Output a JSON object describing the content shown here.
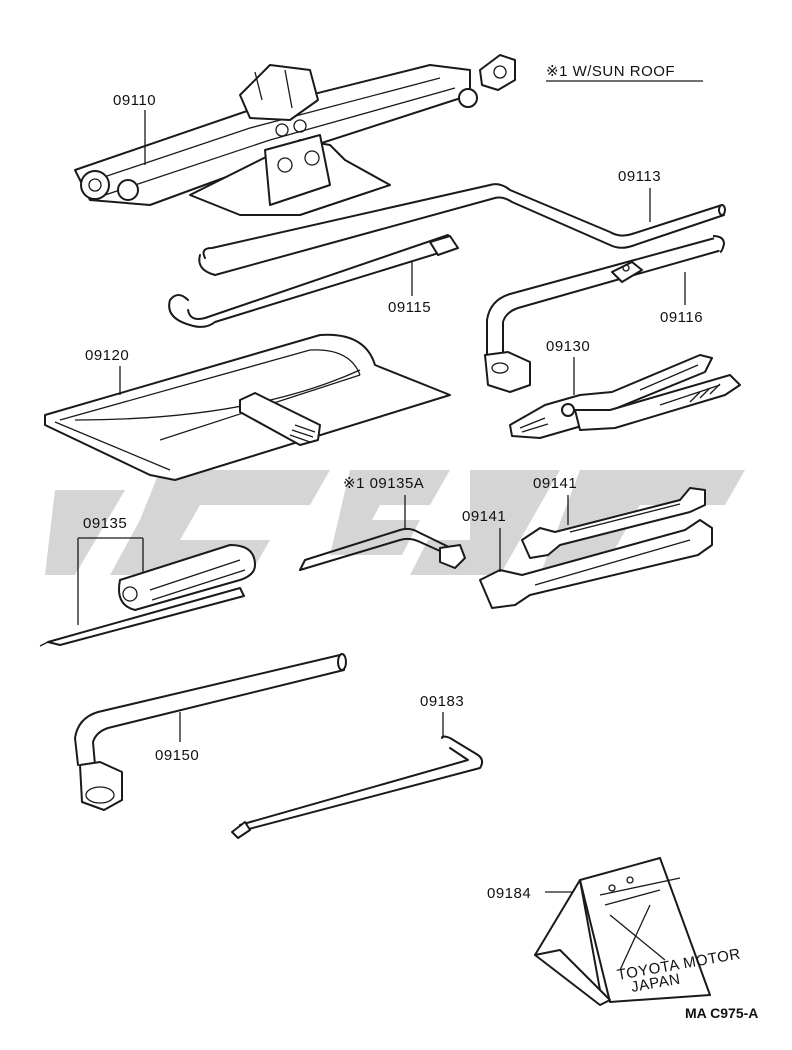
{
  "figure": {
    "note": "※1 W/SUN ROOF",
    "reference": "MA C975-A"
  },
  "parts": [
    {
      "key": "jack",
      "label": "09110"
    },
    {
      "key": "jack-handle-extension",
      "label": "09113"
    },
    {
      "key": "jack-handle",
      "label": "09115"
    },
    {
      "key": "wheel-nut-wrench-small",
      "label": "09116"
    },
    {
      "key": "tool-bag",
      "label": "09120"
    },
    {
      "key": "pliers",
      "label": "09130"
    },
    {
      "key": "sunroof-wrench",
      "label": "※1 09135A"
    },
    {
      "key": "screwdriver",
      "label": "09135"
    },
    {
      "key": "wrench-upper",
      "label": "09141"
    },
    {
      "key": "wrench-lower",
      "label": "09141"
    },
    {
      "key": "wheel-nut-wrench",
      "label": "09150"
    },
    {
      "key": "hook-bar",
      "label": "09183"
    },
    {
      "key": "wheel-chock",
      "label": "09184"
    }
  ],
  "chock_stamp": [
    "TOYOTA MOTOR",
    "JAPAN"
  ],
  "colors": {
    "line": "#1a1a1a",
    "watermark": "#9a9a9a",
    "background": "#ffffff"
  }
}
